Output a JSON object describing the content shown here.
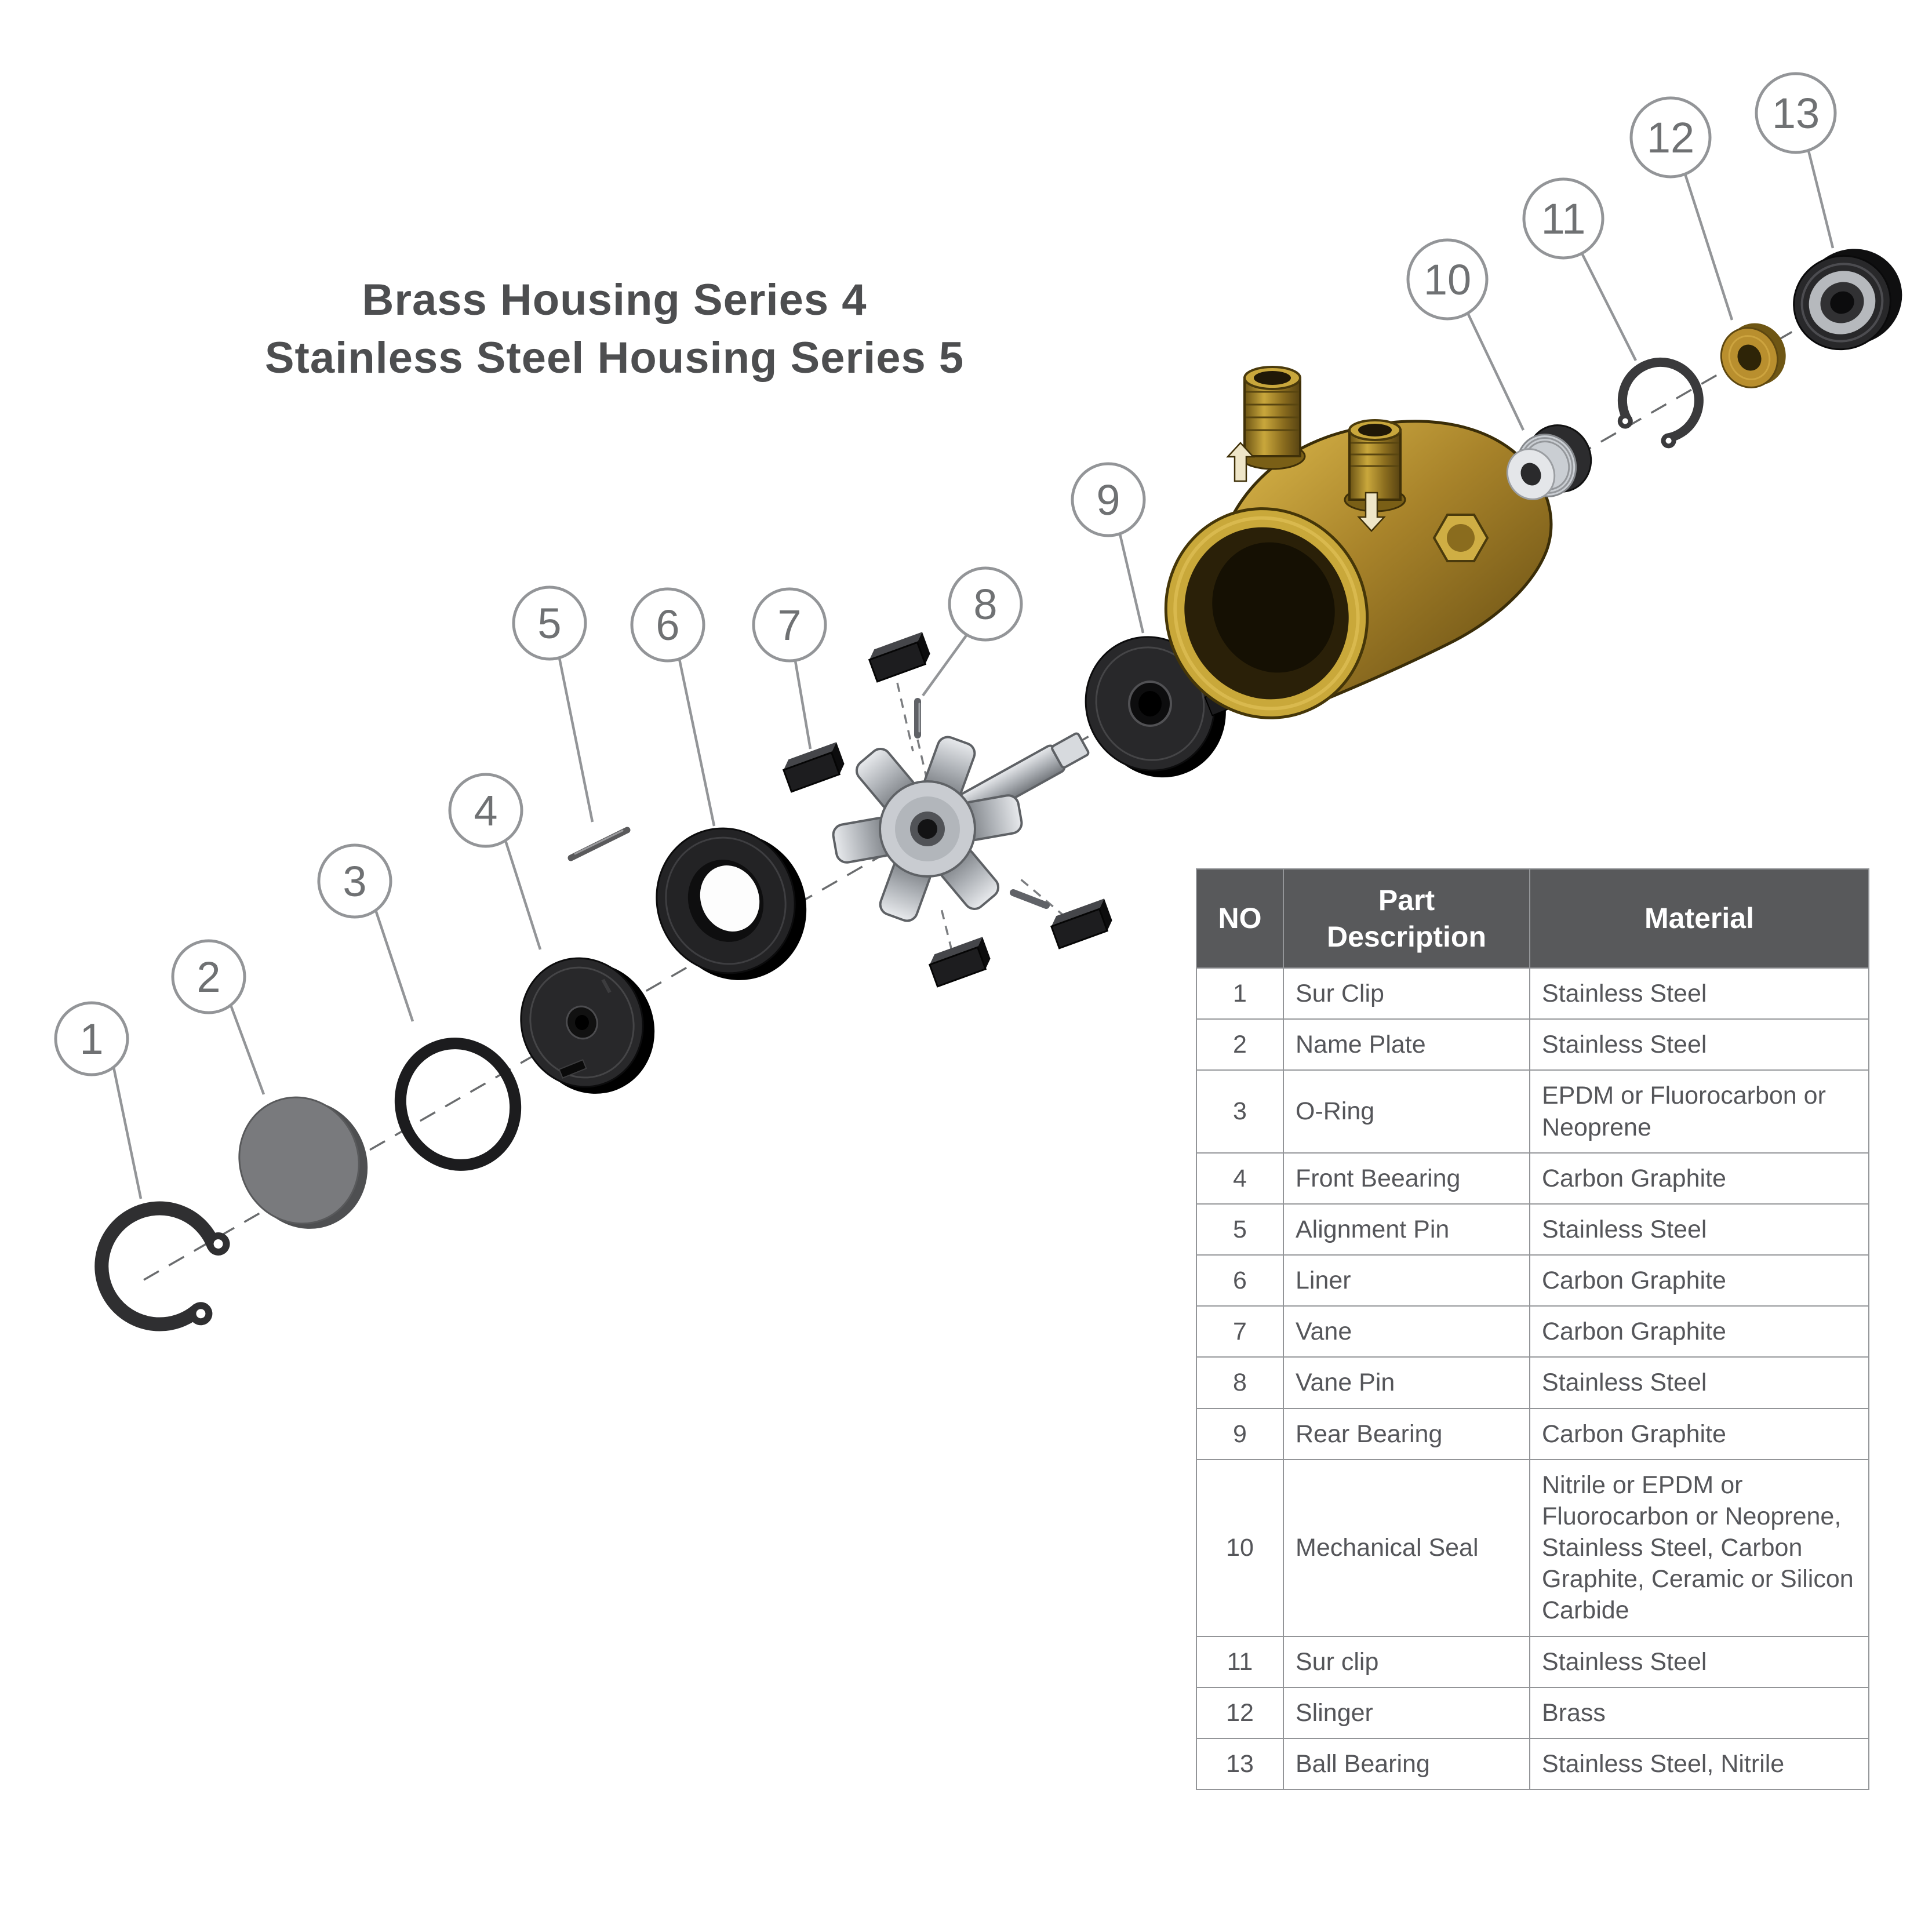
{
  "title": {
    "line1": "Brass Housing Series 4",
    "line2": "Stainless Steel Housing Series 5"
  },
  "callouts": [
    {
      "n": "1"
    },
    {
      "n": "2"
    },
    {
      "n": "3"
    },
    {
      "n": "4"
    },
    {
      "n": "5"
    },
    {
      "n": "6"
    },
    {
      "n": "7"
    },
    {
      "n": "8"
    },
    {
      "n": "9"
    },
    {
      "n": "10"
    },
    {
      "n": "11"
    },
    {
      "n": "12"
    },
    {
      "n": "13"
    }
  ],
  "table": {
    "headers": {
      "no": "NO",
      "part": "Part Description",
      "material": "Material"
    },
    "rows": [
      {
        "no": "1",
        "part": "Sur Clip",
        "material": "Stainless Steel"
      },
      {
        "no": "2",
        "part": "Name Plate",
        "material": "Stainless Steel"
      },
      {
        "no": "3",
        "part": "O-Ring",
        "material": "EPDM or Fluorocarbon or Neoprene"
      },
      {
        "no": "4",
        "part": "Front Beearing",
        "material": "Carbon Graphite"
      },
      {
        "no": "5",
        "part": "Alignment Pin",
        "material": "Stainless Steel"
      },
      {
        "no": "6",
        "part": "Liner",
        "material": "Carbon Graphite"
      },
      {
        "no": "7",
        "part": "Vane",
        "material": "Carbon Graphite"
      },
      {
        "no": "8",
        "part": "Vane Pin",
        "material": "Stainless Steel"
      },
      {
        "no": "9",
        "part": "Rear Bearing",
        "material": "Carbon Graphite"
      },
      {
        "no": "10",
        "part": "Mechanical Seal",
        "material": "Nitrile or EPDM or Fluorocarbon or Neoprene,  Stainless Steel, Carbon Graphite, Ceramic or Silicon Carbide"
      },
      {
        "no": "11",
        "part": "Sur clip",
        "material": "Stainless Steel"
      },
      {
        "no": "12",
        "part": "Slinger",
        "material": "Brass"
      },
      {
        "no": "13",
        "part": "Ball Bearing",
        "material": "Stainless Steel, Nitrile"
      }
    ]
  },
  "colors": {
    "table_header_bg": "#58595b",
    "table_border": "#939598",
    "title_text": "#4d4e50",
    "brass": "#a8832a",
    "dark_part": "#232325",
    "steel_part": "#aeb2b7"
  }
}
